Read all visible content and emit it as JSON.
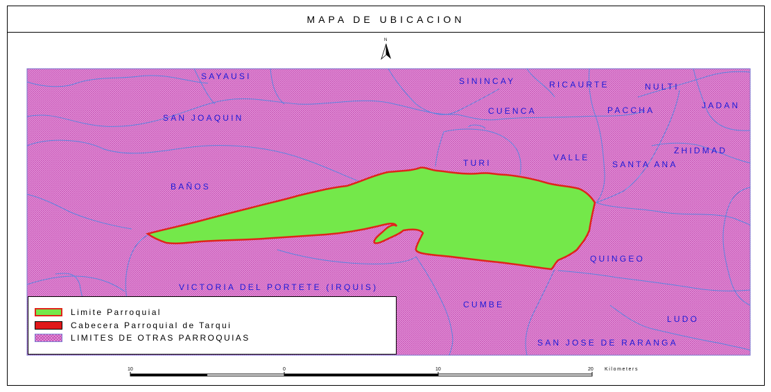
{
  "map": {
    "title": "MAPA DE UBICACION",
    "north_arrow": {
      "label": "N"
    },
    "colors": {
      "parroquia_fill": "#74e84a",
      "parroquia_outline": "#e0241a",
      "otras_fill": "#e8a0e0",
      "otras_hatch": "#c54fb2",
      "rivers": "#5a84e0",
      "labels": "#1a1ad8"
    },
    "places": [
      {
        "name": "SAYAUSI"
      },
      {
        "name": "SININCAY"
      },
      {
        "name": "RICAURTE"
      },
      {
        "name": "NULTI"
      },
      {
        "name": "JADAN"
      },
      {
        "name": "SAN JOAQUIN"
      },
      {
        "name": "CUENCA"
      },
      {
        "name": "PACCHA"
      },
      {
        "name": "ZHIDMAD"
      },
      {
        "name": "VALLE"
      },
      {
        "name": "SANTA ANA"
      },
      {
        "name": "TURI"
      },
      {
        "name": "BAÑOS"
      },
      {
        "name": "QUINGEO"
      },
      {
        "name": "VICTORIA DEL PORTETE (IRQUIS)"
      },
      {
        "name": "CUMBE"
      },
      {
        "name": "LUDO"
      },
      {
        "name": "SAN JOSE DE RARANGA"
      }
    ],
    "legend": [
      {
        "label": "Limite Parroquial",
        "symbol": "limite-parroquial"
      },
      {
        "label": "Cabecera Parroquial de Tarqui",
        "symbol": "cabecera-parroquial"
      },
      {
        "label": "LIMITES DE OTRAS PARROQUIAS",
        "symbol": "otras-parroquias"
      }
    ],
    "scale_bar": {
      "ticks": [
        "10",
        "0",
        "10",
        "20"
      ],
      "unit": "Kilometers"
    }
  }
}
